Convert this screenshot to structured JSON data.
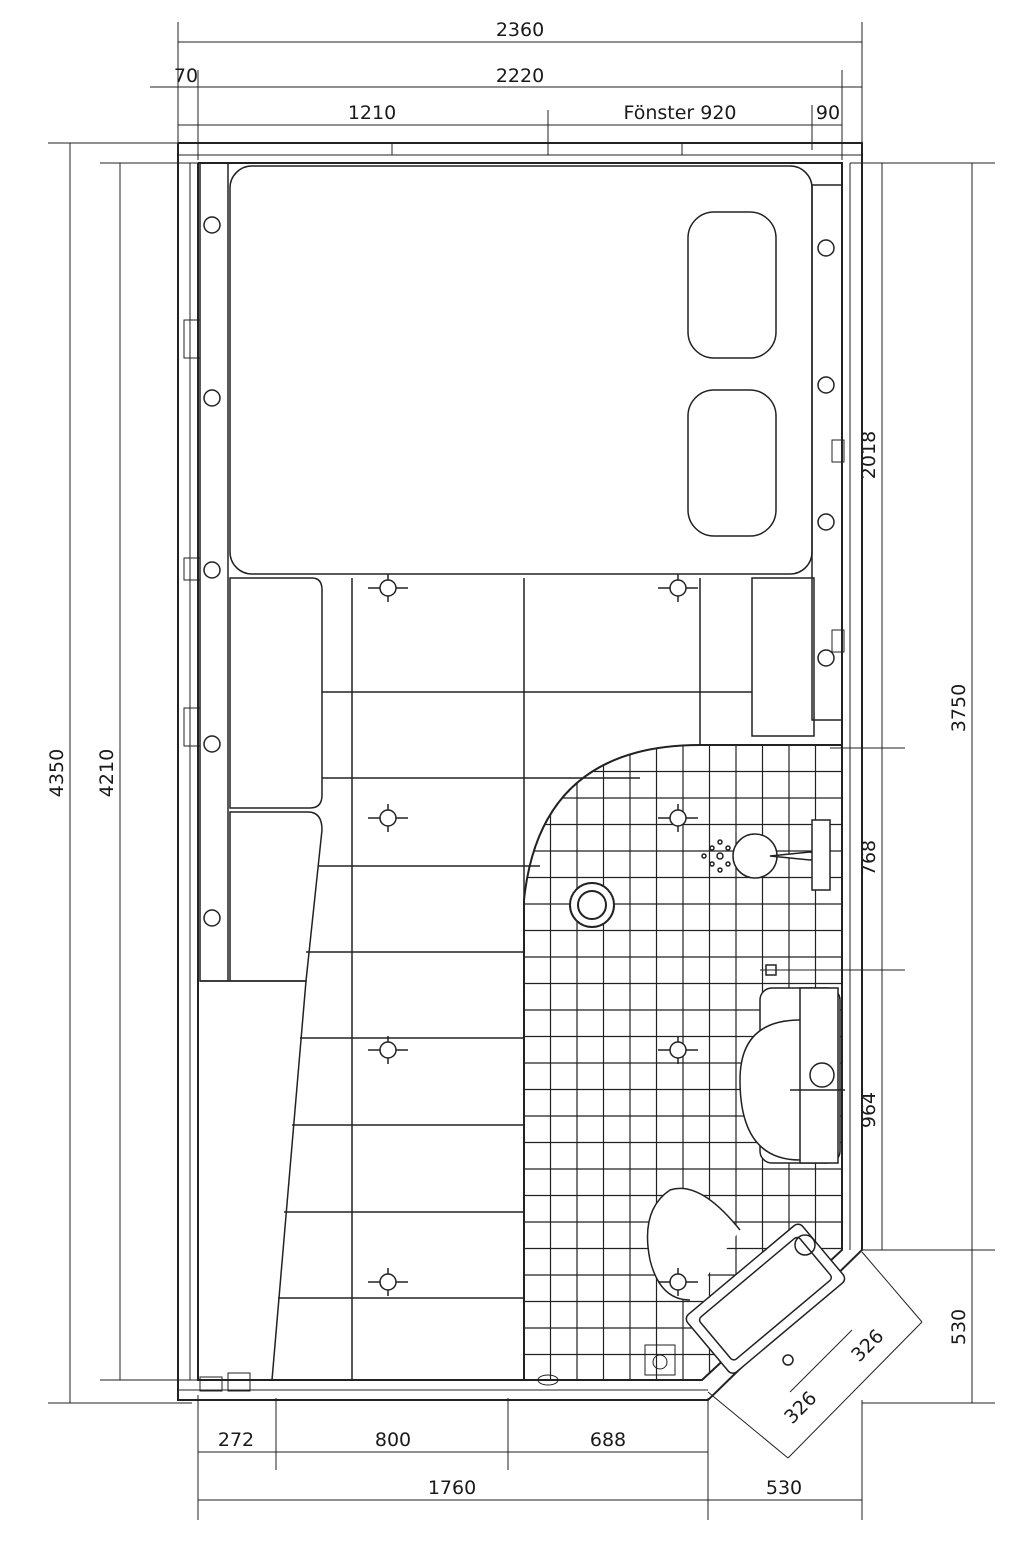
{
  "drawing": {
    "dimensions": {
      "total_width": "2360",
      "wall_left": "70",
      "inner_width": "2220",
      "seg_left": "1210",
      "window": "Fönster 920",
      "seg_right": "90",
      "outer_height": "4350",
      "inner_height": "4210",
      "right_upper": "2018",
      "right_main": "3750",
      "right_mid": "768",
      "right_lower": "964",
      "right_corner": "530",
      "diag_a": "326",
      "diag_b": "326",
      "bottom_a": "272",
      "bottom_b": "800",
      "bottom_c": "688",
      "bottom_total_left": "1760",
      "bottom_total_right": "530"
    },
    "colors": {
      "line": "#222222",
      "background": "#ffffff"
    }
  }
}
